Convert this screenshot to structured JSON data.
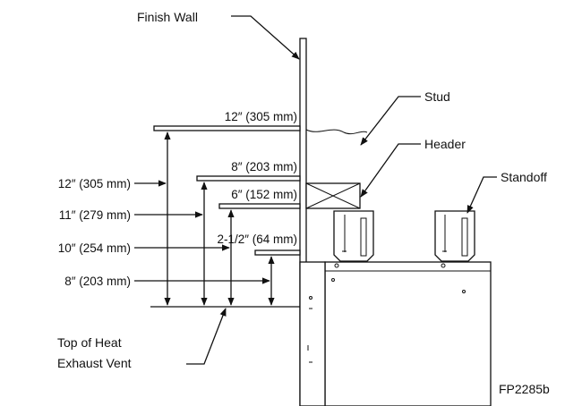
{
  "labels": {
    "finish_wall": "Finish Wall",
    "stud": "Stud",
    "header": "Header",
    "standoff": "Standoff",
    "top_of_vent_line1": "Top of Heat",
    "top_of_vent_line2": "Exhaust Vent",
    "figure_id": "FP2285b"
  },
  "clearances": [
    {
      "horizontal": "12″ (305 mm)",
      "vertical": "12″ (305 mm)"
    },
    {
      "horizontal": "8″ (203 mm)",
      "vertical": "11″ (279 mm)"
    },
    {
      "horizontal": "6″ (152 mm)",
      "vertical": "10″ (254 mm)"
    },
    {
      "horizontal": "2-1/2″ (64 mm)",
      "vertical": "8″ (203 mm)"
    }
  ]
}
